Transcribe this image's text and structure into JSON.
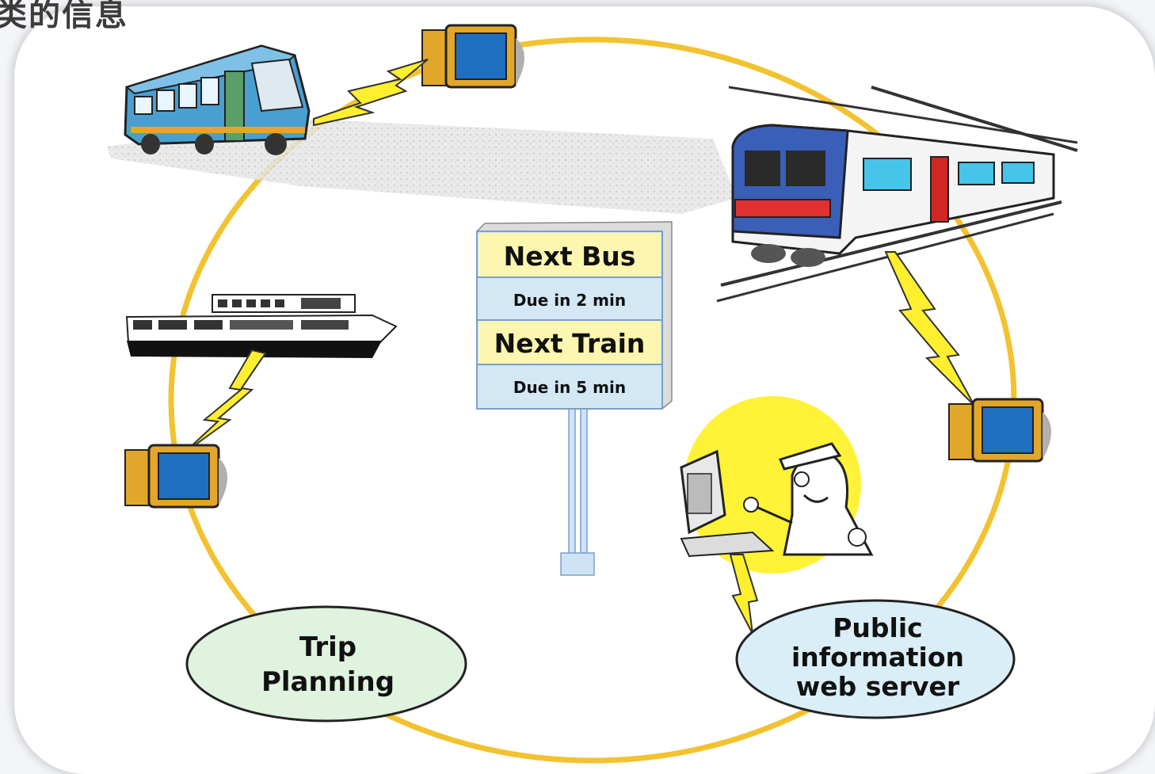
{
  "heading": {
    "text": "类的信息"
  },
  "sign": {
    "next_bus": "Next Bus",
    "bus_due": "Due in 2 min",
    "next_train": "Next Train",
    "train_due": "Due in 5 min"
  },
  "nodes": {
    "trip_planning": [
      "Trip",
      "Planning"
    ],
    "public_info": [
      "Public",
      "information",
      "web server"
    ]
  },
  "colors": {
    "ring": "#f2c230",
    "lightning": "#ffef2e",
    "sign_title_bg": "#fdf6b0",
    "sign_sub_bg": "#d3e7f5",
    "oval_green": "#dff3df",
    "oval_blue": "#d9eef6",
    "bus": "#4a9fd1",
    "monitor": "#e2a72a"
  }
}
